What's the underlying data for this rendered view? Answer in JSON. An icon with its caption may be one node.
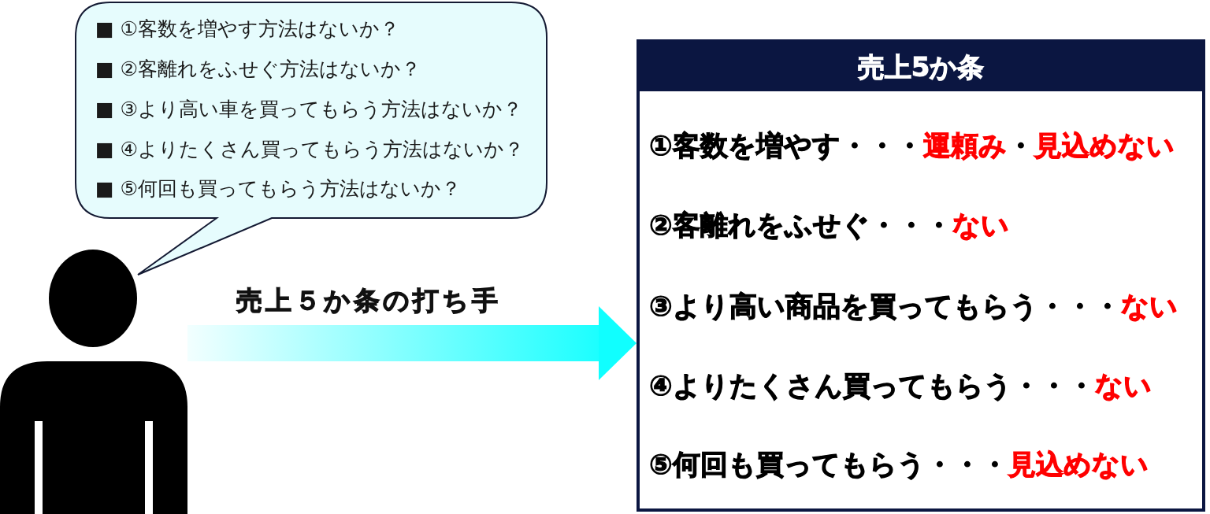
{
  "diagram": {
    "nodes": [
      {
        "text": [],
        "shape": "person"
      },
      {
        "text": [
          "■ ①客数を増やす方法はないか？",
          "■ ②客離れをふせぐ方法はないか？",
          "■ ③より高い車を買ってもらう方法はないか？",
          "■ ④よりたくさん買ってもらう方法はないか？",
          "■ ⑤何回も買ってもらう方法はないか？"
        ]
      },
      {
        "text": [
          "売上5か条",
          "①客数を増やす・・・**運頼み**・**見込めない**",
          "②客離れをふせぐ・・・**ない**",
          "③より高い商品を買ってもらう・・・**ない**",
          "④よりたくさん買ってもらう・・・**ない**",
          "⑤何回も買ってもらう・・・**見込めない**"
        ]
      }
    ],
    "edges": [
      {
        "from": 0,
        "to": 2,
        "arrow": "to",
        "label": "売上５か条の打ち手"
      }
    ]
  }
}
